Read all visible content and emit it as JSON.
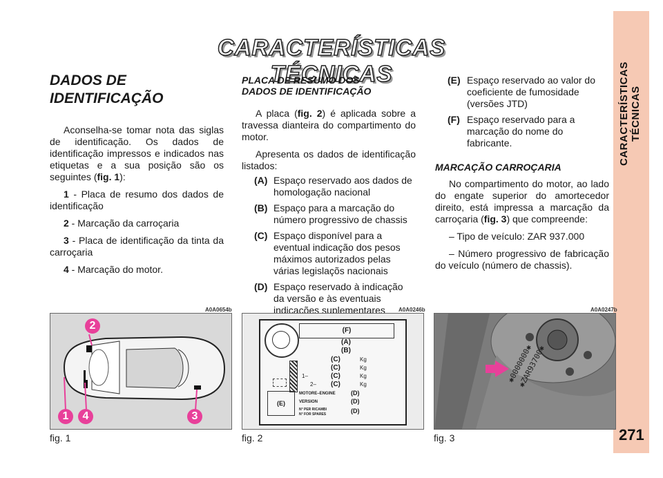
{
  "header": {
    "title": "CARACTERÍSTICAS TÉCNICAS",
    "side_title": "CARACTERÍSTICAS TÉCNICAS",
    "page_number": "271"
  },
  "col1": {
    "heading_line1": "DADOS DE",
    "heading_line2": "IDENTIFICAÇÃO",
    "intro": "Aconselha-se tomar nota das siglas de identificação. Os dados de identificação impressos e indicados nas etiquetas e a sua posição são os seguintes (",
    "intro_fig": "fig. 1",
    "intro_end": "):",
    "items": [
      {
        "num": "1",
        "text": " - Placa de resumo dos dados de identificação"
      },
      {
        "num": "2",
        "text": " - Marcação da carroçaria"
      },
      {
        "num": "3",
        "text": " - Placa de identificação da tinta da carroçaria"
      },
      {
        "num": "4",
        "text": " - Marcação do motor."
      }
    ]
  },
  "col2": {
    "heading_line1": "PLACA DE RESUMO DOS",
    "heading_line2": "DADOS DE IDENTIFICAÇÃO",
    "p1_a": "A placa (",
    "p1_fig": "fig. 2",
    "p1_b": ") é aplicada sobre a travessa dianteira do compartimento do motor.",
    "p2": "Apresenta os dados de identificação listados:",
    "items": [
      {
        "key": "(A)",
        "text": "Espaço reservado aos dados de homologação nacional"
      },
      {
        "key": "(B)",
        "text": "Espaço para a marcação do número progressivo de chassis"
      },
      {
        "key": "(C)",
        "text": "Espaço disponível para a eventual indicação dos pesos máximos autorizados pelas várias legislaçõs nacionais"
      },
      {
        "key": "(D)",
        "text": "Espaço reservado à indicação da versão e às eventuais indicações suplementares àquelas prescritas"
      }
    ]
  },
  "col3": {
    "items": [
      {
        "key": "(E)",
        "text": "Espaço reservado ao valor do coeficiente de fumosidade (versões JTD)"
      },
      {
        "key": "(F)",
        "text": "Espaço reservado para a marcação do nome do fabricante."
      }
    ],
    "heading": "MARCAÇÃO CARROÇARIA",
    "p1_a": "No compartimento do motor, ao lado do engate superior do amortecedor direito, está impressa a marcação da carroçaria (",
    "p1_fig": "fig. 3",
    "p1_b": ") que compreende:",
    "p2": "– Tipo de veículo: ZAR 937.000",
    "p3": "– Número progressivo de fabricação do veículo (número de chassis)."
  },
  "figures": {
    "fig1": {
      "code": "A0A0654b",
      "caption": "fig. 1",
      "markers": [
        "1",
        "2",
        "3",
        "4"
      ]
    },
    "fig2": {
      "code": "A0A0246b",
      "caption": "fig. 2",
      "labels": {
        "F": "(F)",
        "A": "(A)",
        "B": "(B)",
        "C": "(C)",
        "D": "(D)",
        "E": "(E)",
        "kg": "Kg",
        "one": "1–",
        "two": "2–",
        "motore": "MOTORE–ENGINE",
        "version": "VERSION",
        "ricambi1": "N° PER RICAMBI",
        "ricambi2": "N° FOR SPARES"
      }
    },
    "fig3": {
      "code": "A0A0247b",
      "caption": "fig. 3",
      "stamp1": "✱ZAR93700✱",
      "stamp2": "✱0000000✱"
    }
  },
  "colors": {
    "sidebar": "#f6c9b4",
    "marker": "#e8409a"
  }
}
